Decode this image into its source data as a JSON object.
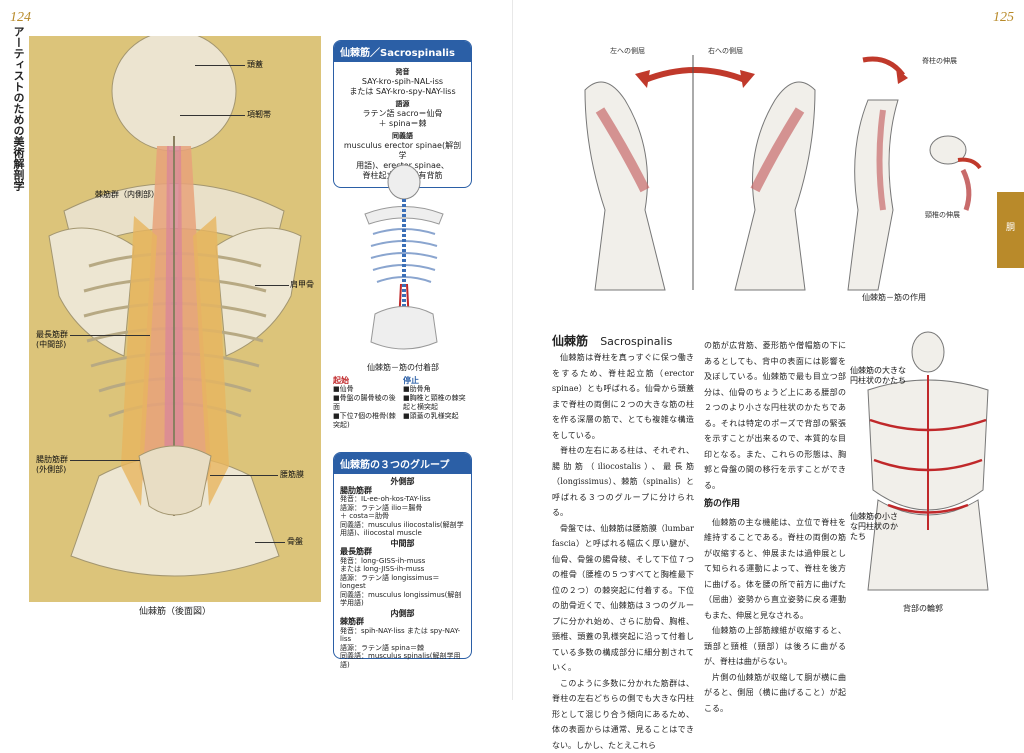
{
  "left": {
    "page_number": "124",
    "vertical_title": "アーティストのための美術解剖学",
    "plate_caption": "仙棘筋（後面図）",
    "labels": {
      "skull": "頭蓋",
      "nuchal_ligament": "項靭帯",
      "spinalis_group": "棘筋群（内側部）",
      "scapula": "肩甲骨",
      "longissimus_group_1": "最長筋群",
      "longissimus_group_2": "(中間部)",
      "iliocostalis_group_1": "腸肋筋群",
      "iliocostalis_group_2": "(外側部)",
      "lumbar_fascia": "腰筋膜",
      "pelvis": "骨盤"
    },
    "infobox": {
      "title": "仙棘筋／Sacrospinalis",
      "pron_head": "発音",
      "pron_1": "SAY-kro-spih-NAL-iss",
      "pron_2": "または SAY-kro-spy-NAY-liss",
      "etym_head": "語源",
      "etym_1": "ラテン語 sacro＝仙骨",
      "etym_2": "＋ spina＝棘",
      "syn_head": "同義語",
      "syn_1": "musculus erector spinae(解剖学",
      "syn_2": "用語)、erector spinae、",
      "syn_3": "脊柱起立筋、固有背筋"
    },
    "fig2_caption": "仙棘筋－筋の付着部",
    "legend": {
      "origin_head": "起始",
      "origin_1": "■仙骨",
      "origin_2": "■骨盤の腸骨稜の後面",
      "origin_3": "■下位7個の椎骨(棘突起)",
      "insertion_head": "停止",
      "insertion_1": "■肋骨角",
      "insertion_2": "■胸椎と頸椎の棘突起と横突起",
      "insertion_3": "■頭蓋の乳様突起"
    },
    "groups": {
      "title": "仙棘筋の３つのグループ",
      "lateral_head": "外側部",
      "lateral_name": "腸肋筋群",
      "lateral_pron": "発音：IL-ee-oh-kos-TAY-liss",
      "lateral_etym_1": "語源：ラテン語 ilio＝腸骨",
      "lateral_etym_2": "＋ costa＝肋骨",
      "lateral_syn_1": "同義語：musculus iliocostalis(解剖学",
      "lateral_syn_2": "用語)、iliocostal muscle",
      "middle_head": "中間部",
      "middle_name": "最長筋群",
      "middle_pron_1": "発音：long-GISS-ih-muss",
      "middle_pron_2": "または long-JISS-ih-muss",
      "middle_etym": "語源：ラテン語 longissimus＝longest",
      "middle_syn_1": "同義語：musculus longissimus(解剖",
      "middle_syn_2": "学用語)",
      "medial_head": "内側部",
      "medial_name": "棘筋群",
      "medial_pron": "発音：spih-NAY-liss または spy-NAY-liss",
      "medial_etym": "語源：ラテン語 spina＝棘",
      "medial_syn": "同義語：musculus spinalis(解剖学用語)"
    }
  },
  "right": {
    "page_number": "125",
    "side_tab": "胴",
    "label_left_flex": "左への側屈",
    "label_right_flex": "右への側屈",
    "label_extension": "脊柱の伸展",
    "label_neck_extension": "頸椎の伸展",
    "top_caption": "仙棘筋－筋の作用",
    "heading_jp": "仙棘筋",
    "heading_en": "Sacrospinalis",
    "col1": [
      "仙棘筋は脊柱を真っすぐに保つ働きをするため、脊柱起立筋（erector spinae）とも呼ばれる。仙骨から頭蓋まで脊柱の両側に２つの大きな筋の柱を作る深層の筋で、とても複雑な構造をしている。",
      "脊柱の左右にある柱は、それぞれ、腸肋筋（iliocostalis）、最長筋（longissimus）、棘筋（spinalis）と呼ばれる３つのグループに分けられる。",
      "骨盤では、仙棘筋は腰筋膜（lumbar fascia）と呼ばれる幅広く厚い腱が、仙骨、骨盤の腸骨稜、そして下位７つの椎骨（腰椎の５つすべてと胸椎最下位の２つ）の棘突起に付着する。下位の肋骨近くで、仙棘筋は３つのグループに分かれ始め、さらに肋骨、胸椎、頸椎、頭蓋の乳様突起に沿って付着している多数の構成部分に細分割されていく。",
      "このように多数に分かれた筋群は、脊柱の左右どちらの側でも大きな円柱形として混じり合う傾向にあるため、体の表面からは通常、見ることはできない。しかし、たとえこれら"
    ],
    "col2": [
      "の筋が広背筋、菱形筋や僧帽筋の下にあるとしても、背中の表面には影響を及ぼしている。仙棘筋で最も目立つ部分は、仙骨のちょうど上にある腰部の２つのより小さな円柱状のかたちである。それは特定のポーズで背部の緊張を示すことが出来るので、本質的な目印となる。また、これらの形態は、胸郭と骨盤の間の移行を示すことができる。"
    ],
    "col2_subhead": "筋の作用",
    "col2b": [
      "仙棘筋の主な機能は、立位で脊柱を維持することである。脊柱の両側の筋が収縮すると、伸展または過伸展として知られる運動によって、脊柱を後方に曲げる。体を腰の所で前方に曲げた（屈曲）姿勢から直立姿勢に戻る運動もまた、伸展と見なされる。",
      "仙棘筋の上部筋線維が収縮すると、頭部と頸椎（頸部）は後ろに曲がるが、脊柱は曲がらない。",
      "片側の仙棘筋が収縮して胴が横に曲がると、側屈（横に曲げること）が起こる。"
    ],
    "back_label_1": "仙棘筋の大きな円柱状のかたち",
    "back_label_2": "仙棘筋の小さな円柱状のかたち",
    "back_caption": "背部の輪郭"
  }
}
